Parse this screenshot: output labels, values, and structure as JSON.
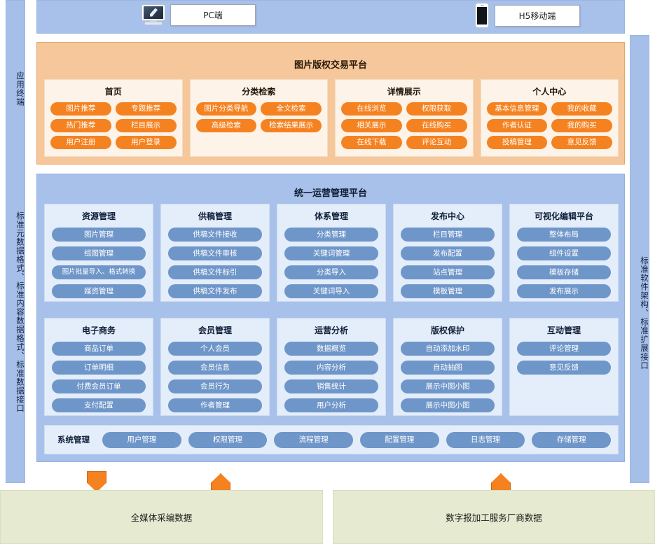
{
  "rails": {
    "left": {
      "label": "应用终端",
      "standards": "标准元数据格式、标准内容数据格式、标准数据接口"
    },
    "right": {
      "standards": "标准软件架构、标准扩展接口"
    }
  },
  "terminals": {
    "pc": {
      "label": "PC端",
      "icon": "monitor-icon"
    },
    "h5": {
      "label": "H5移动端",
      "icon": "phone-icon"
    }
  },
  "trading_platform": {
    "title": "图片版权交易平台",
    "cards": [
      {
        "title": "首页",
        "items": [
          "图片推荐",
          "专题推荐",
          "热门推荐",
          "栏目展示",
          "用户注册",
          "用户登录"
        ]
      },
      {
        "title": "分类检索",
        "items": [
          "图片分类导航",
          "全文检索",
          "高级检索",
          "检索结果展示"
        ]
      },
      {
        "title": "详情展示",
        "items": [
          "在线浏览",
          "权限获取",
          "相关展示",
          "在线购买",
          "在线下载",
          "评论互动"
        ]
      },
      {
        "title": "个人中心",
        "items": [
          "基本信息管理",
          "我的收藏",
          "作者认证",
          "我的购买",
          "投稿管理",
          "意见反馈"
        ]
      }
    ]
  },
  "unified_platform": {
    "title": "统一运营管理平台",
    "row1": [
      {
        "title": "资源管理",
        "items": [
          "图片管理",
          "组图管理",
          "图片批量导入、格式转换",
          "媒资管理"
        ]
      },
      {
        "title": "供稿管理",
        "items": [
          "供稿文件接收",
          "供稿文件审核",
          "供稿文件标引",
          "供稿文件发布"
        ]
      },
      {
        "title": "体系管理",
        "items": [
          "分类管理",
          "关键词管理",
          "分类导入",
          "关键词导入"
        ]
      },
      {
        "title": "发布中心",
        "items": [
          "栏目管理",
          "发布配置",
          "站点管理",
          "模板管理"
        ]
      },
      {
        "title": "可视化编辑平台",
        "items": [
          "整体布局",
          "组件设置",
          "模板存储",
          "发布展示"
        ]
      }
    ],
    "row2": [
      {
        "title": "电子商务",
        "items": [
          "商品订单",
          "订单明细",
          "付费会员订单",
          "支付配置"
        ]
      },
      {
        "title": "会员管理",
        "items": [
          "个人会员",
          "会员信息",
          "会员行为",
          "作者管理"
        ]
      },
      {
        "title": "运营分析",
        "items": [
          "数据概览",
          "内容分析",
          "销售统计",
          "用户分析"
        ]
      },
      {
        "title": "版权保护",
        "items": [
          "自动添加水印",
          "自动抽图",
          "展示中图小图",
          "展示中图小图"
        ]
      },
      {
        "title": "互动管理",
        "items": [
          "评论管理",
          "意见反馈"
        ]
      }
    ],
    "system_bar": {
      "label": "系统管理",
      "items": [
        "用户管理",
        "权限管理",
        "流程管理",
        "配置管理",
        "日志管理",
        "存储管理"
      ]
    }
  },
  "arrows": [
    {
      "name": "arrow-down-1",
      "direction": "down"
    },
    {
      "name": "arrow-up-2",
      "direction": "up"
    },
    {
      "name": "arrow-up-3",
      "direction": "up"
    }
  ],
  "data_sources": [
    {
      "label": "全媒体采编数据"
    },
    {
      "label": "数字报加工服务厂商数据"
    }
  ],
  "colors": {
    "orange_pill": "#f58220",
    "blue_pill": "#6f96c9",
    "orange_band": "#f6c79a",
    "blue_band": "#a8c1ea",
    "green_source": "#e5ead0"
  }
}
